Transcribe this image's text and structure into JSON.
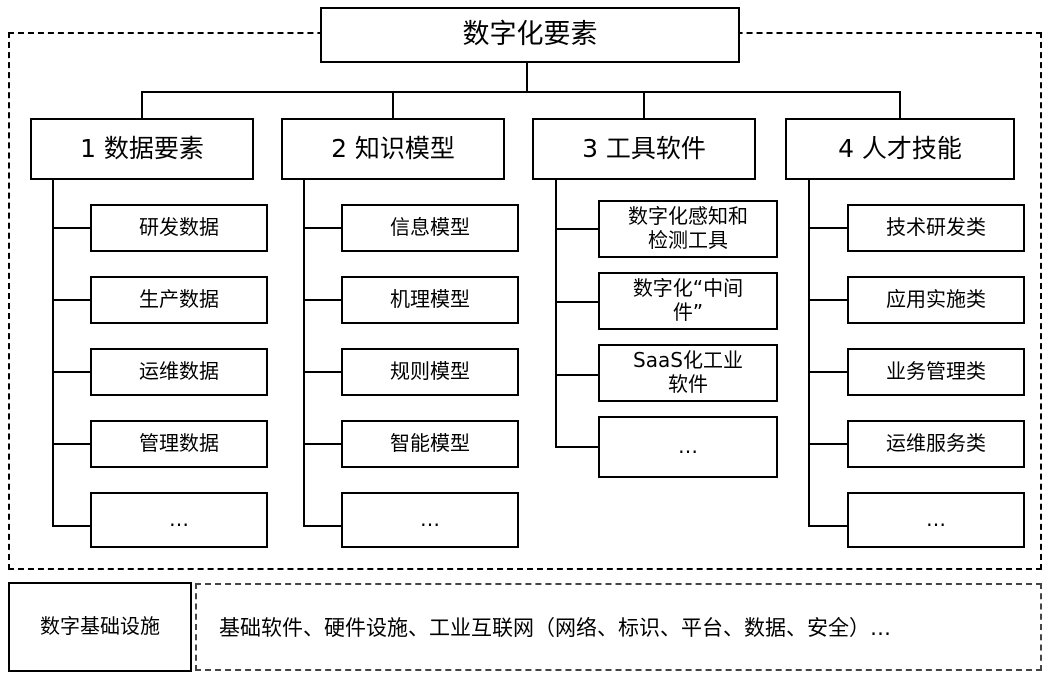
{
  "diagram": {
    "title": "数字化要素",
    "categories": [
      {
        "heading": "1 数据要素",
        "items": [
          "研发数据",
          "生产数据",
          "运维数据",
          "管理数据",
          "…"
        ]
      },
      {
        "heading": "2 知识模型",
        "items": [
          "信息模型",
          "机理模型",
          "规则模型",
          "智能模型",
          "…"
        ]
      },
      {
        "heading": "3 工具软件",
        "items": [
          "数字化感知和\n检测工具",
          "数字化“中间\n件”",
          "SaaS化工业\n软件",
          "…"
        ]
      },
      {
        "heading": "4 人才技能",
        "items": [
          "技术研发类",
          "应用实施类",
          "业务管理类",
          "运维服务类",
          "…"
        ]
      }
    ],
    "footer": {
      "label": "数字基础设施",
      "content": "基础软件、硬件设施、工业互联网（网络、标识、平台、数据、安全）…"
    }
  },
  "colors": {
    "stroke": "#000000",
    "background": "#ffffff",
    "footer_dash": "#444444"
  }
}
